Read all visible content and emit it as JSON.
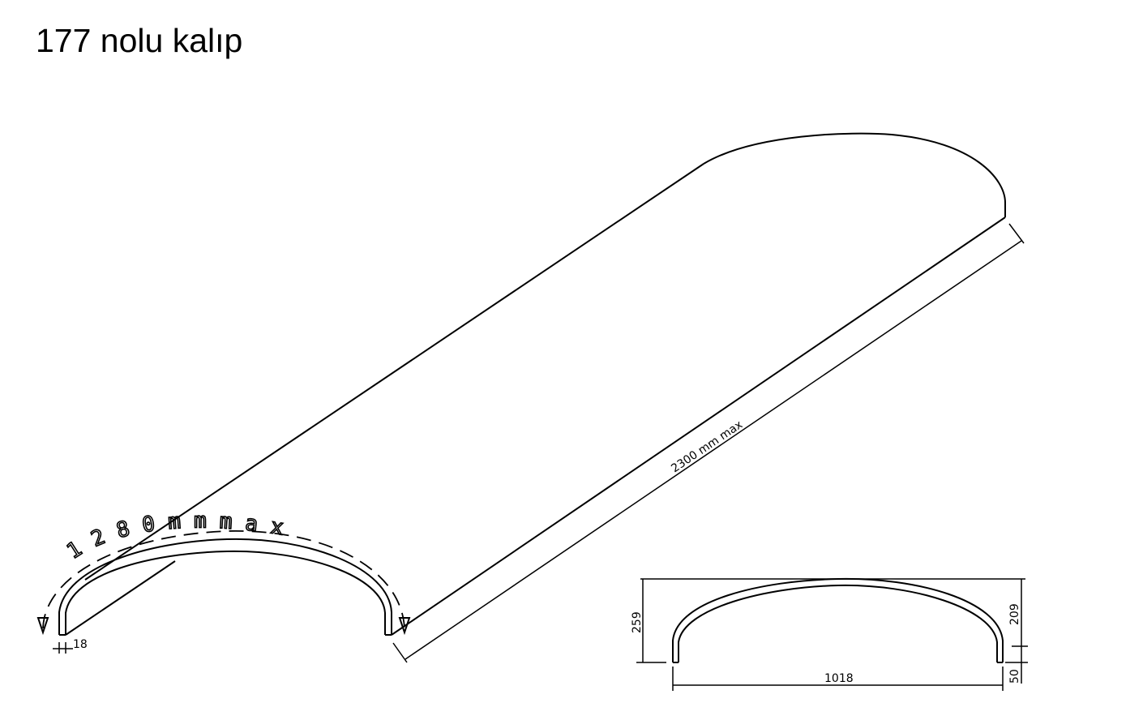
{
  "title": "177 nolu kalıp",
  "dimensions": {
    "arc_length": "1 2 8 0   m m   m a x",
    "length": "2300 mm max",
    "thickness": "18",
    "height_total": "259",
    "height_arc": "209",
    "leg_height": "50",
    "width": "1018"
  }
}
